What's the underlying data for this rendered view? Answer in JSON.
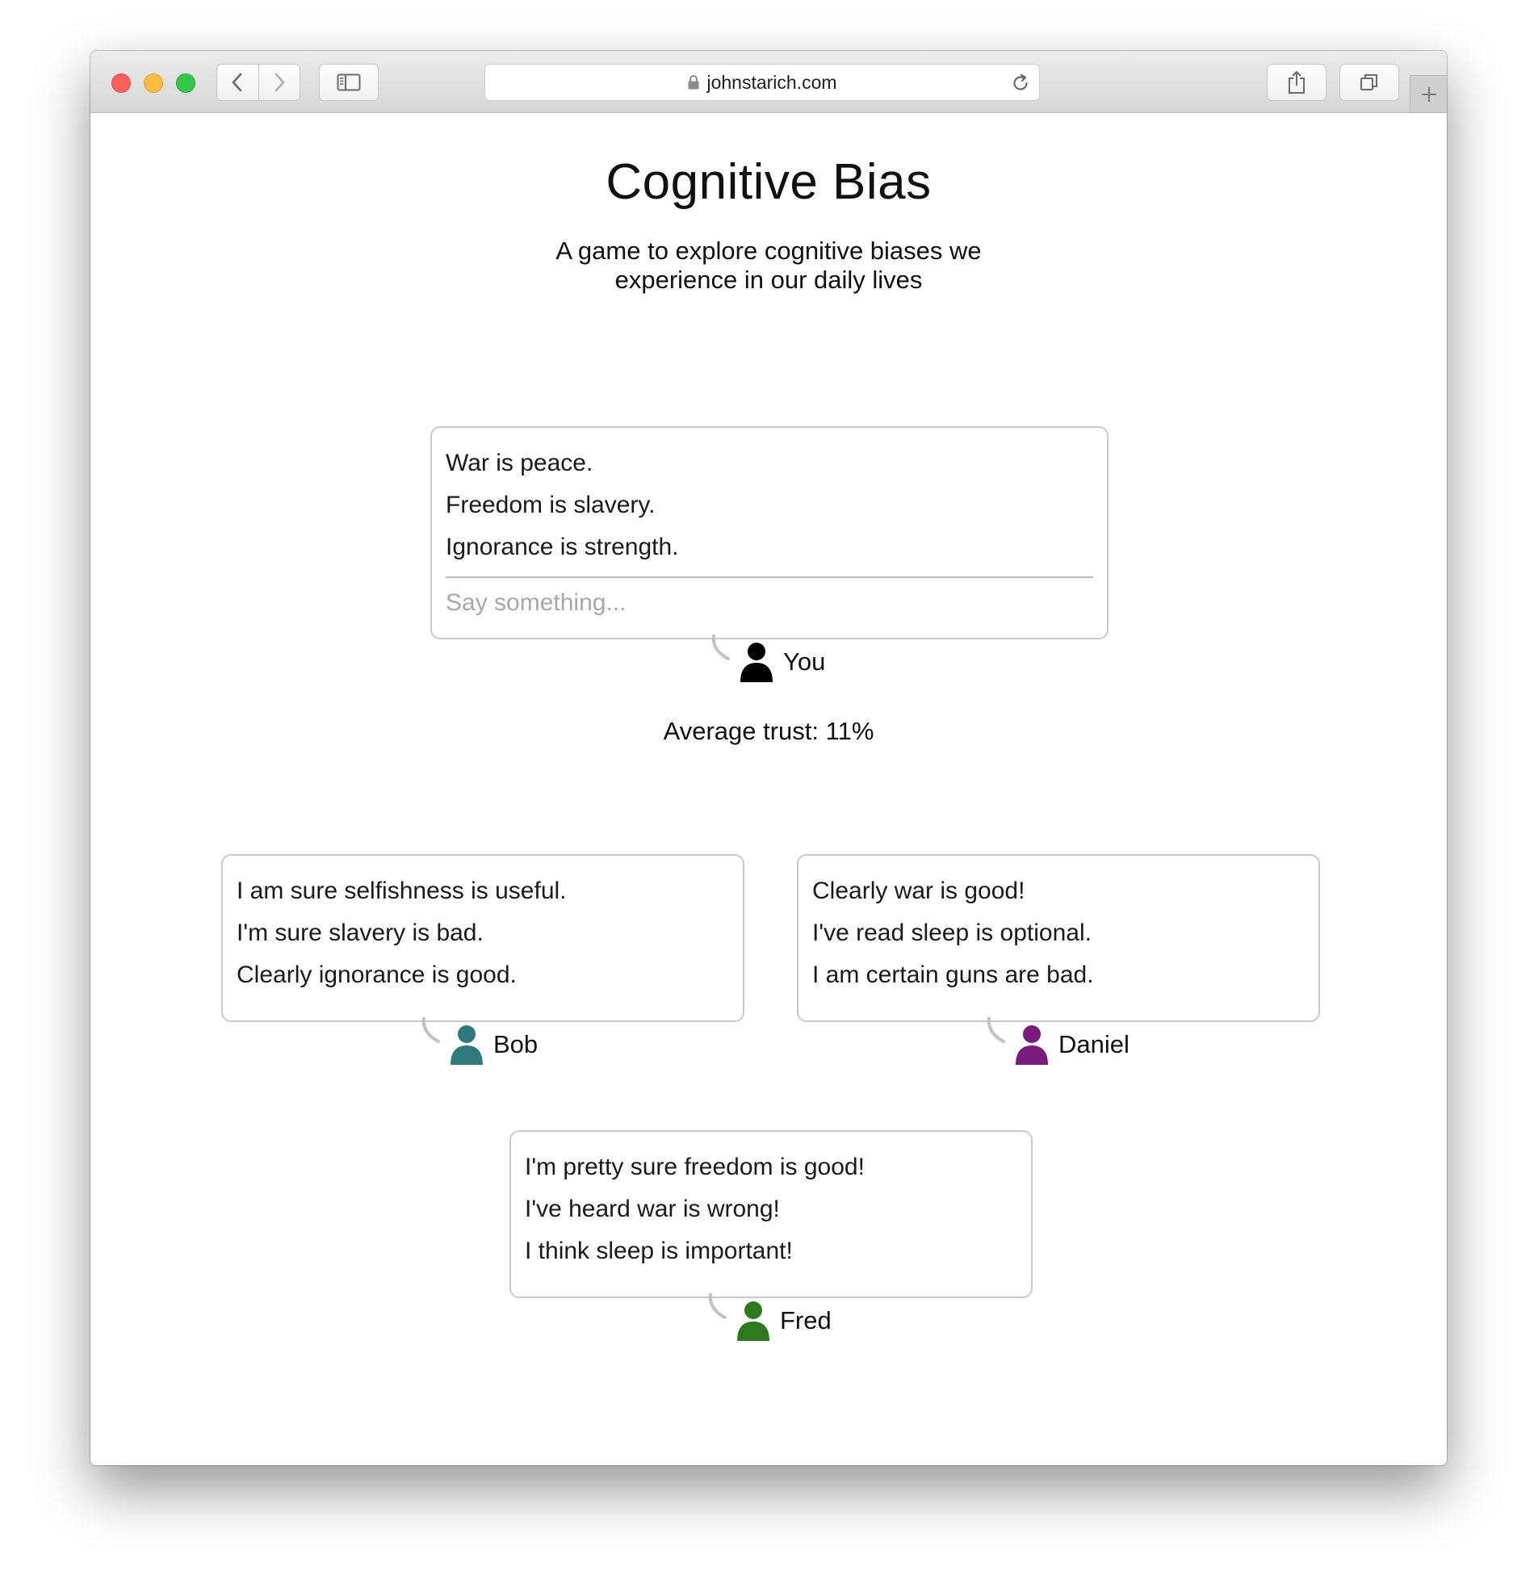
{
  "browser": {
    "url": "johnstarich.com"
  },
  "page": {
    "title": "Cognitive Bias",
    "subtitle": "A game to explore cognitive biases we experience in our daily lives"
  },
  "player": {
    "name": "You",
    "color": "#000000",
    "lines": [
      "War is peace.",
      "Freedom is slavery.",
      "Ignorance is strength."
    ],
    "input_placeholder": "Say something...",
    "input_value": ""
  },
  "trust": {
    "text": "Average trust: 11%"
  },
  "npcs": [
    {
      "name": "Bob",
      "color": "#2f7a7e",
      "lines": [
        "I am sure selfishness is useful.",
        "I'm sure slavery is bad.",
        "Clearly ignorance is good."
      ]
    },
    {
      "name": "Daniel",
      "color": "#7a1a7d",
      "lines": [
        "Clearly war is good!",
        "I've read sleep is optional.",
        "I am certain guns are bad."
      ]
    },
    {
      "name": "Fred",
      "color": "#2d7a1e",
      "lines": [
        "I'm pretty sure freedom is good!",
        "I've heard war is wrong!",
        "I think sleep is important!"
      ]
    }
  ],
  "icons": {
    "lock": "lock-icon",
    "reload": "reload-icon",
    "back": "chevron-left-icon",
    "forward": "chevron-right-icon",
    "sidebar": "sidebar-icon",
    "share": "share-icon",
    "tabs": "tabs-overview-icon",
    "new_tab": "plus-icon",
    "person": "person-icon"
  }
}
